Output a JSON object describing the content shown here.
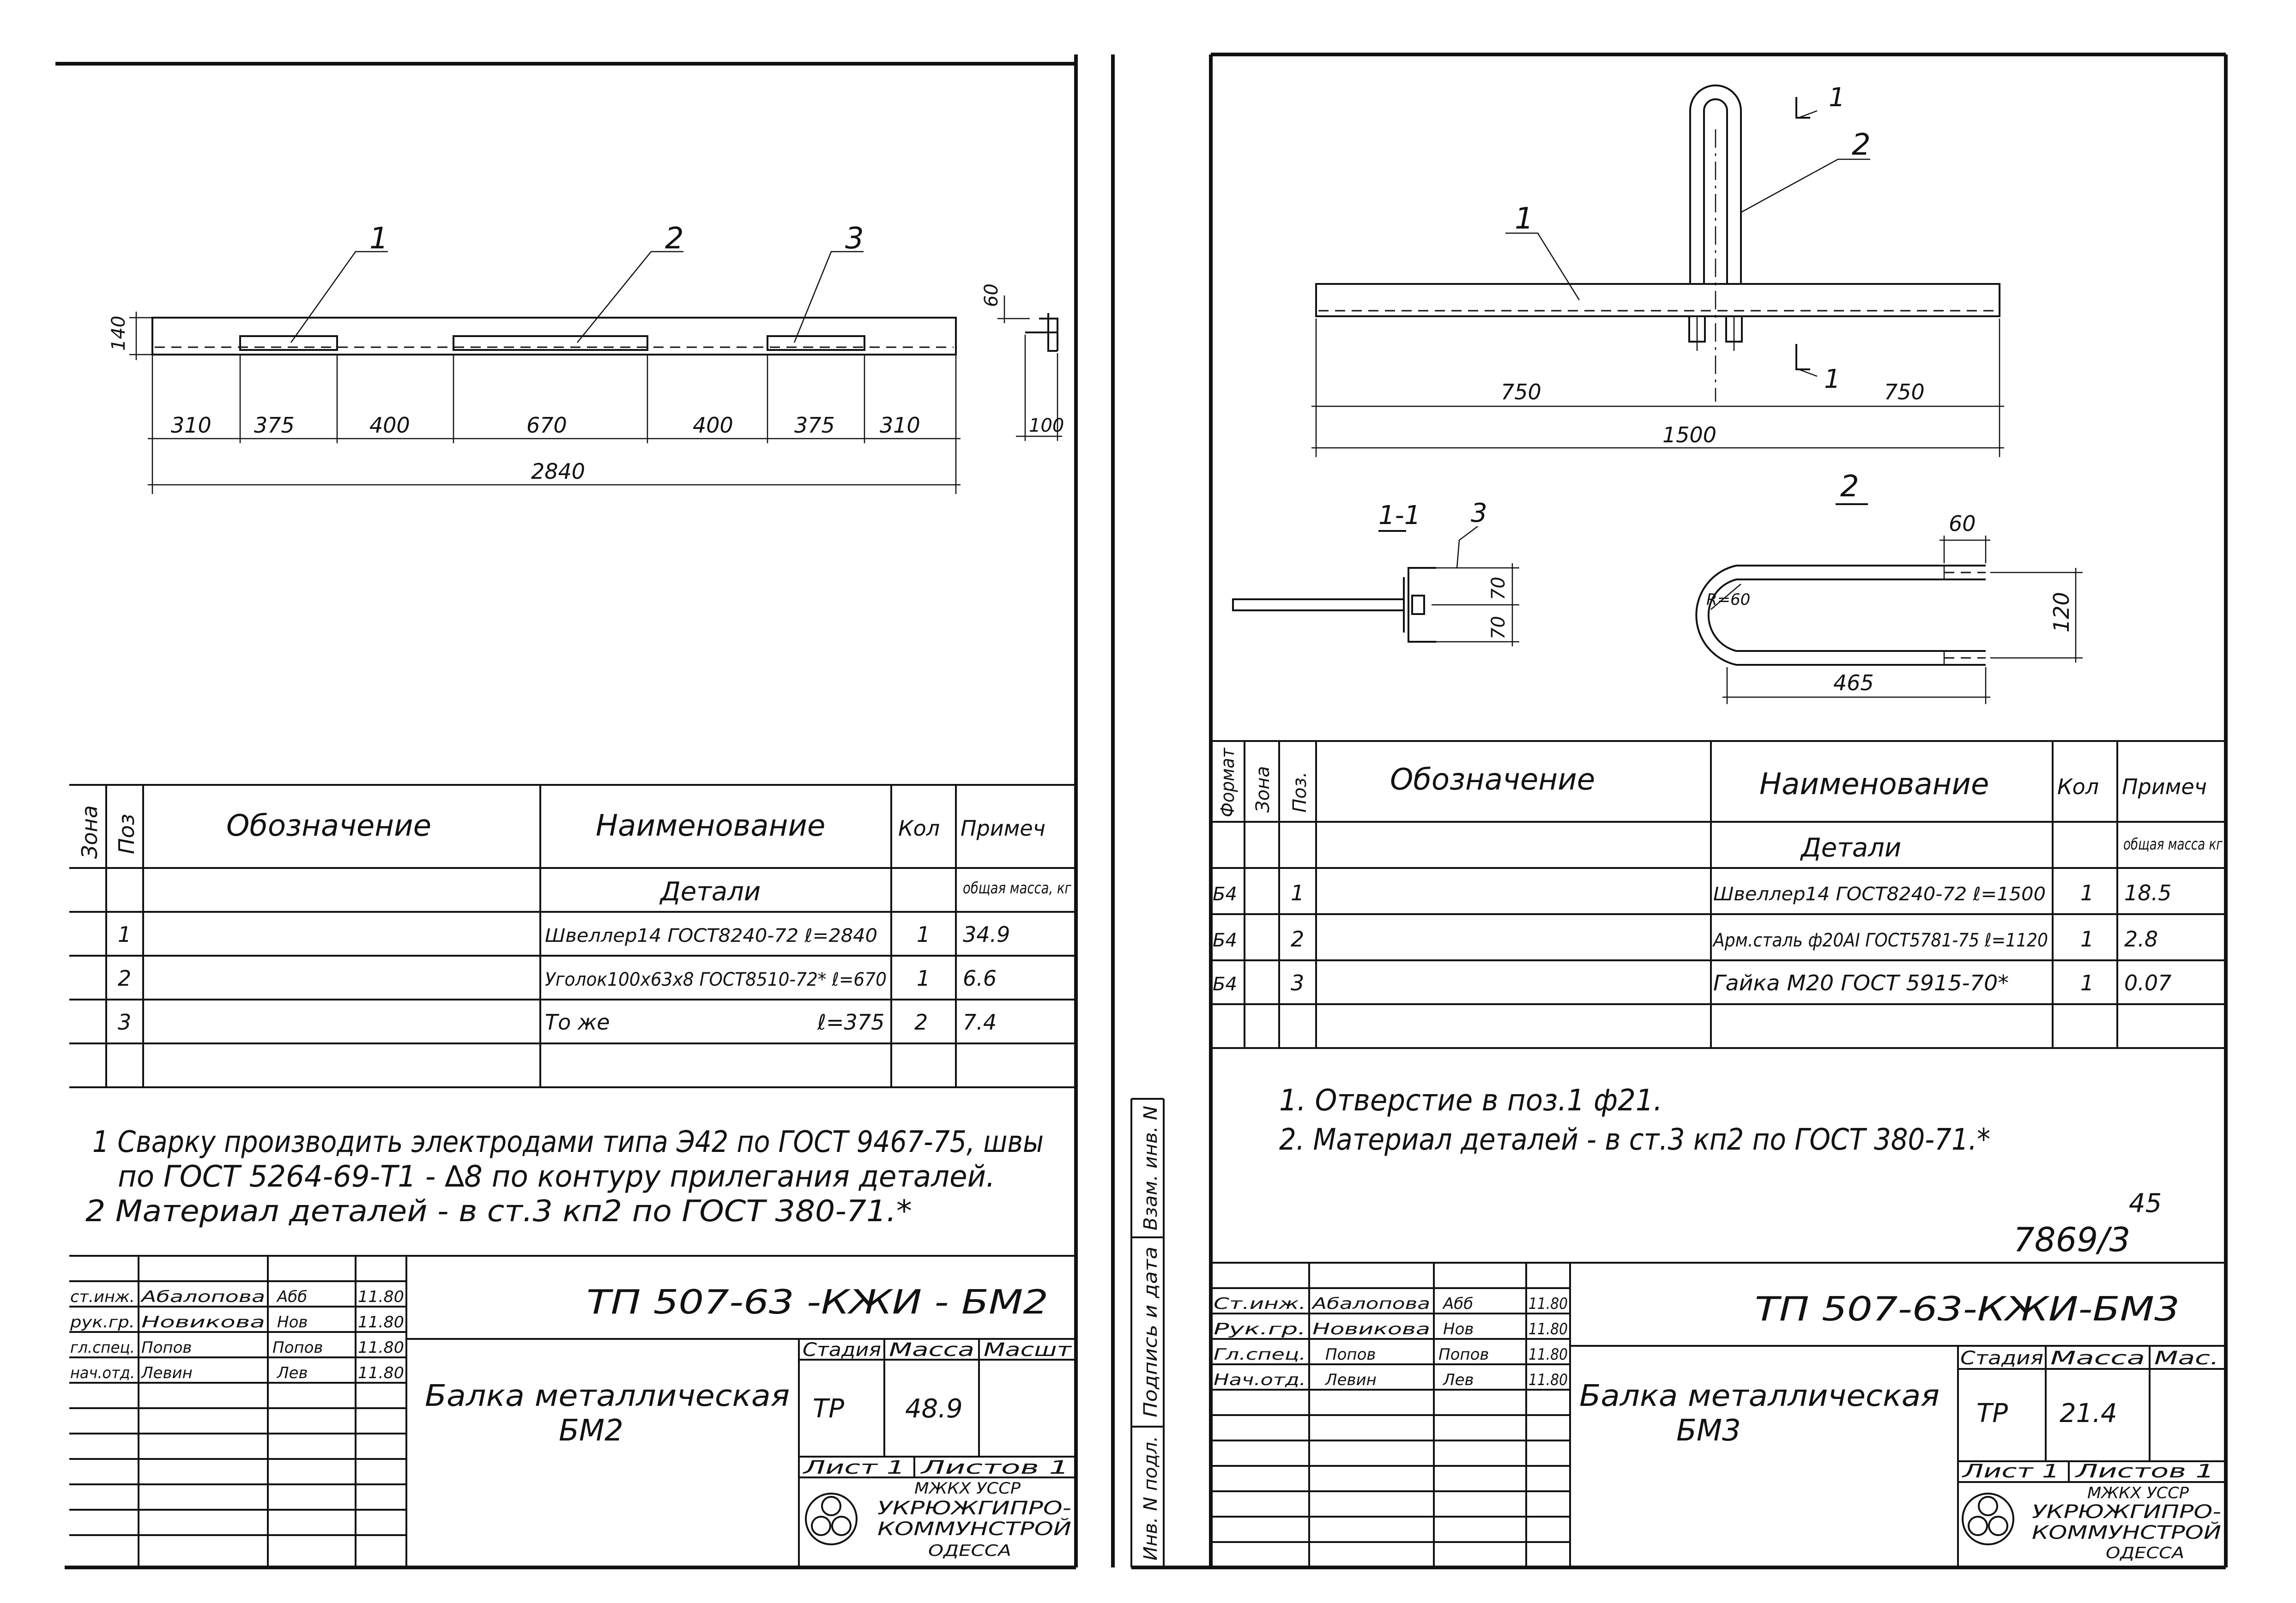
{
  "left": {
    "beam_labels": [
      "1",
      "2",
      "3"
    ],
    "height_dim": "140",
    "dims": [
      "310",
      "375",
      "400",
      "670",
      "400",
      "375",
      "310"
    ],
    "total_dim": "2840",
    "section_dims": {
      "top": "60",
      "bottom": "100"
    },
    "headers": {
      "zone": "Зона",
      "pos": "Поз",
      "designation": "Обозначение",
      "name": "Наименование",
      "qty": "Кол",
      "note": "Примеч"
    },
    "section_title": "Детали",
    "mass_note": "общая масса, кг",
    "rows": [
      {
        "pos": "1",
        "name": "Швеллер14 ГОСТ8240-72 ℓ=2840",
        "qty": "1",
        "mass": "34.9"
      },
      {
        "pos": "2",
        "name": "Уголок100х63х8 ГОСТ8510-72* ℓ=670",
        "qty": "1",
        "mass": "6.6"
      },
      {
        "pos": "3",
        "name": "То же",
        "extra": "ℓ=375",
        "qty": "2",
        "mass": "7.4"
      }
    ],
    "notes": [
      "1 Сварку производить электродами типа Э42 по ГОСТ 9467-75, швы",
      "по ГОСТ 5264-69-Т1 - ∆8 по контуру прилегания деталей.",
      "2 Материал деталей - в ст.3 кп2 по ГОСТ 380-71.*"
    ],
    "stamp": {
      "code": "ТП 507-63 -КЖИ - БМ2",
      "title_line1": "Балка металлическая",
      "title_line2": "БМ2",
      "people": [
        {
          "role": "ст.инж.",
          "name": "Абалопова",
          "sig": "Абб",
          "date": "11.80"
        },
        {
          "role": "рук.гр.",
          "name": "Новикова",
          "sig": "Нов",
          "date": "11.80"
        },
        {
          "role": "гл.спец.",
          "name": "Попов",
          "sig": "Попов",
          "date": "11.80"
        },
        {
          "role": "нач.отд.",
          "name": "Левин",
          "sig": "Лев",
          "date": "11.80"
        }
      ],
      "stage_h": "Стадия",
      "mass_h": "Масса",
      "scale_h": "Масшт",
      "stage": "ТР",
      "mass": "48.9",
      "sheet": "Лист 1",
      "sheets": "Листов 1",
      "org": [
        "МЖКХ УССР",
        "УКРЮЖГИПРО-",
        "КОММУНСТРОЙ",
        "ОДЕССА"
      ]
    }
  },
  "margin": {
    "labels": [
      "Инв. N подл.",
      "Подпись и дата",
      "Взам. инв. N"
    ]
  },
  "right": {
    "labels": [
      "1",
      "2"
    ],
    "section_marks": [
      "1",
      "1"
    ],
    "dims": [
      "750",
      "750"
    ],
    "total_dim": "1500",
    "section_title": "1-1",
    "section_label": "3",
    "section_dims": [
      "70",
      "70"
    ],
    "detail_title": "2",
    "detail_dims": {
      "top": "60",
      "radius": "R=60",
      "height": "120",
      "length": "465"
    },
    "headers": {
      "format": "Формат",
      "zone": "Зона",
      "pos": "Поз.",
      "designation": "Обозначение",
      "name": "Наименование",
      "qty": "Кол",
      "note": "Примеч"
    },
    "section_row": "Детали",
    "mass_note": "общая масса кг",
    "rows": [
      {
        "format": "Б4",
        "pos": "1",
        "name": "Швеллер14 ГОСТ8240-72 ℓ=1500",
        "qty": "1",
        "mass": "18.5"
      },
      {
        "format": "Б4",
        "pos": "2",
        "name": "Арм.сталь ф20АI ГОСТ5781-75 ℓ=1120",
        "qty": "1",
        "mass": "2.8"
      },
      {
        "format": "Б4",
        "pos": "3",
        "name": "Гайка М20 ГОСТ 5915-70*",
        "qty": "1",
        "mass": "0.07"
      }
    ],
    "notes": [
      "1. Отверстие в поз.1 ф21.",
      "2. Материал деталей - в ст.3 кп2 по ГОСТ 380-71.*"
    ],
    "drawing_number": "7869/3",
    "page_number": "45",
    "stamp": {
      "code": "ТП 507-63-КЖИ-БМ3",
      "title_line1": "Балка металлическая",
      "title_line2": "БМ3",
      "people": [
        {
          "role": "Ст.инж.",
          "name": "Абалопова",
          "sig": "Абб",
          "date": "11.80"
        },
        {
          "role": "Рук.гр.",
          "name": "Новикова",
          "sig": "Нов",
          "date": "11.80"
        },
        {
          "role": "Гл.спец.",
          "name": "Попов",
          "sig": "Попов",
          "date": "11.80"
        },
        {
          "role": "Нач.отд.",
          "name": "Левин",
          "sig": "Лев",
          "date": "11.80"
        }
      ],
      "stage_h": "Стадия",
      "mass_h": "Масса",
      "scale_h": "Мас.",
      "stage": "ТР",
      "mass": "21.4",
      "sheet": "Лист 1",
      "sheets": "Листов 1",
      "org": [
        "МЖКХ УССР",
        "УКРЮЖГИПРО-",
        "КОММУНСТРОЙ",
        "ОДЕССА"
      ]
    }
  }
}
